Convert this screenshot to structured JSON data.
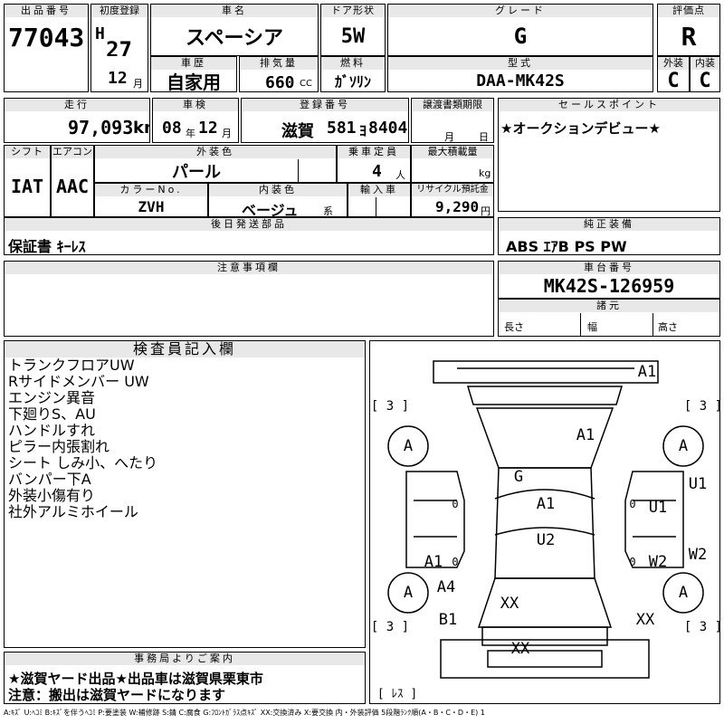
{
  "headers": {
    "lot": "出品番号",
    "first_reg": "初度登録",
    "car_name": "車名",
    "door": "ドア形状",
    "grade": "グレード",
    "score": "評価点",
    "history": "車歴",
    "displacement": "排気量",
    "fuel": "燃料",
    "model": "型式",
    "exterior": "外装",
    "interior": "内装",
    "mileage": "走行",
    "inspection": "車検",
    "plate": "登録番号",
    "doc_deadline": "譲渡書類期限",
    "sales_point": "セールスポイント",
    "shift": "シフト",
    "aircon": "エアコン",
    "ext_color": "外装色",
    "capacity": "乗車定員",
    "max_load": "最大積載量",
    "color_no": "カラーNo.",
    "int_color": "内装色",
    "import": "輸入車",
    "recycle": "リサイクル預託金",
    "later_parts": "後日発送部品",
    "genuine_equipment": "純正装備",
    "caution": "注意事項欄",
    "chassis_no": "車台番号",
    "specs": "諸元",
    "inspector": "検査員記入欄",
    "office": "事務局よりご案内"
  },
  "lot_number": "77043",
  "era": "H",
  "reg_year": "27",
  "unit_year": "年",
  "reg_month": "12",
  "unit_month": "月",
  "car_name": "スペーシア",
  "door_type": "5W",
  "grade": "G",
  "score": "R",
  "history": "自家用",
  "displacement": "660",
  "unit_cc": "CC",
  "fuel": "ｶﾞｿﾘﾝ",
  "model_code": "DAA-MK42S",
  "exterior_score": "C",
  "interior_score": "C",
  "mileage": "97,093",
  "unit_km": "km",
  "insp_year": "08",
  "insp_month": "12",
  "plate_area": "滋賀",
  "plate_num": "581",
  "plate_kana": "ﾖ",
  "plate_serial": "8404",
  "unit_day": "日",
  "sales_point_text": "★オークションデビュー★",
  "shift": "IAT",
  "aircon": "AAC",
  "ext_color": "パール",
  "capacity": "4",
  "unit_person": "人",
  "unit_kg": "kg",
  "color_no": "ZVH",
  "int_color": "ベージュ",
  "unit_kei": "系",
  "recycle_fee": "9,290",
  "unit_yen": "円",
  "later_parts_text": "保証書 ｷｰﾚｽ",
  "genuine_equipment_text": "ABS ｴｱB PS PW",
  "chassis_no": "MK42S-126959",
  "spec_length": "長さ",
  "spec_width": "幅",
  "spec_height": "高さ",
  "inspector_notes": [
    "トランクフロアUW",
    "Rサイドメンバー UW",
    "エンジン異音",
    "下廻りS、AU",
    "ハンドルすれ",
    "ピラー内張割れ",
    "シート しみ小、へたり",
    "バンパー下A",
    "外装小傷有り",
    "社外アルミホイール"
  ],
  "tire_marks": [
    "[ 3 ]",
    "[ 3 ]",
    "[ 3 ]",
    "[ 3 ]"
  ],
  "resu_label": "[ ﾚｽ ]",
  "damage": {
    "a1_top": "A1",
    "a1_hood": "A1",
    "g": "G",
    "a1_roof": "A1",
    "u2": "U2",
    "a_wheel_fl": "A",
    "a_wheel_fr": "A",
    "a_wheel_rl": "A",
    "a_wheel_rr": "A",
    "u1_right": "U1",
    "u1_side": "U1",
    "w2_side": "W2",
    "w2_right": "W2",
    "a1_left": "A1",
    "a4": "A4",
    "xx_rear": "XX",
    "b1": "B1",
    "xx_right": "XX",
    "xx_bottom": "XX",
    "zero_left": "0",
    "zero_right": "0",
    "zero_left2": "0",
    "zero_right2": "0"
  },
  "office_lines": [
    "★滋賀ヤード出品★出品車は滋賀県栗東市",
    "注意：搬出は滋賀ヤードになります"
  ],
  "legend": "A:ｷｽﾞ U:ﾍｺﾐ B:ｷｽﾞを伴うﾍｺﾐ P:要塗装 W:補修跡 S:錆 C:腐食 G:ﾌﾛﾝﾄｶﾞﾗｽ点ｷｽﾞ XX:交換済み X:要交換 内・外装評価 5段階ﾗﾝｸ順(A・B・C・D・E) 1"
}
